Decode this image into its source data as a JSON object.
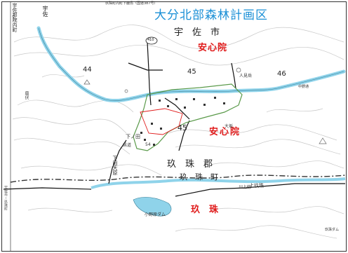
{
  "map": {
    "title": "大分北部森林計画区",
    "header_note": "玖珠町内町下鹿島（国道387号）",
    "corner_label": "宇佐",
    "left_vertical_label": "宇佐郡院内町",
    "colors": {
      "title": "#1a8fd6",
      "district": "#e01b1b",
      "river": "#8fd3ea",
      "contour": "#c8c8c8",
      "road": "#111111",
      "forest_boundary": "#5a9a4a"
    },
    "city_labels": {
      "usa_city": "宇　佐　市",
      "kusu_county": "玖　珠　郡",
      "kusu_town": "玖　珠　町"
    },
    "district_labels": {
      "anshinin_north": "安心院",
      "anshinin_south": "安心院",
      "kusu": "玖　珠"
    },
    "compartments": [
      "44",
      "45",
      "46",
      "45"
    ],
    "route": "410",
    "place_labels": {
      "jinkannon": "人見岳",
      "shimonoda": "下ノ田",
      "osaka": "大坂",
      "kamikusu": "上玖珠",
      "kobara_dam": "小野原ダム",
      "shimoda_ohara": "下田大原",
      "pref_road": "県道",
      "nakanodori": "中野通",
      "rail": "川上線",
      "bottom_right": "玖珠ダム",
      "left_note": "鹿伏",
      "left_edge": "宇佐市・玖珠町",
      "num_54": "54"
    }
  }
}
